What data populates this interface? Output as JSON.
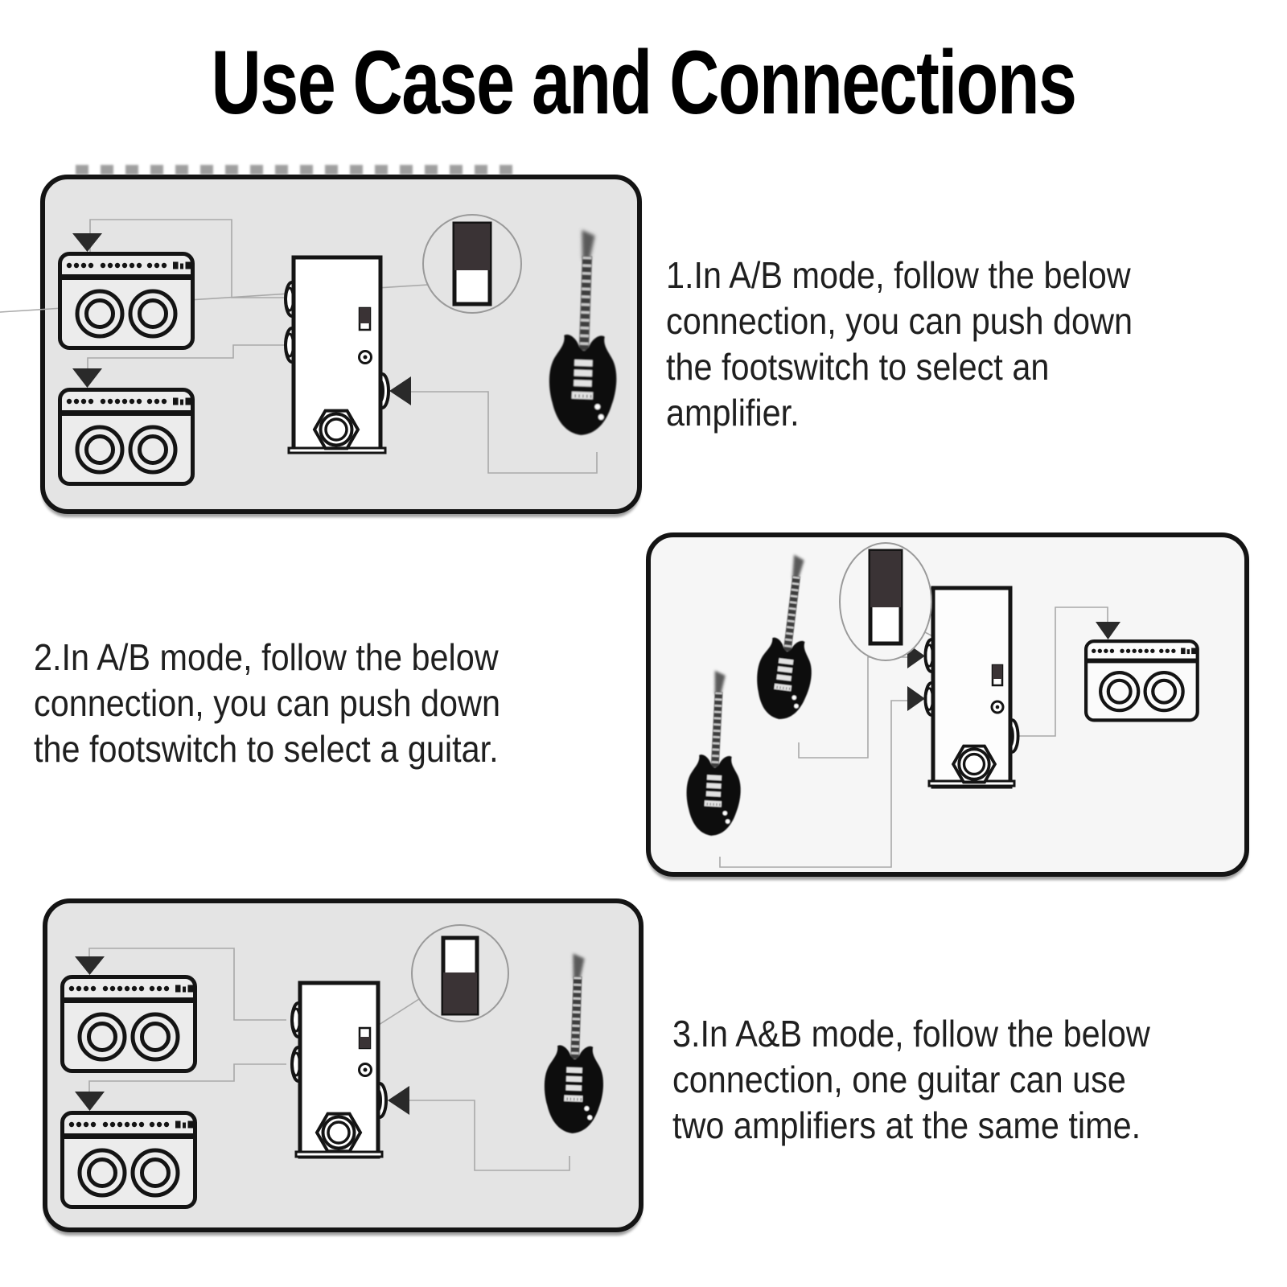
{
  "title": "Use Case and Connections",
  "captions": [
    {
      "lines": [
        "1.In A/B mode, follow the below",
        "connection, you can push down",
        "the footswitch to select an",
        "amplifier."
      ]
    },
    {
      "lines": [
        "2.In A/B mode, follow the below",
        "connection, you can push down",
        "the footswitch to select a guitar."
      ]
    },
    {
      "lines": [
        "3.In A&B mode, follow the below",
        "connection, one guitar can use",
        "two amplifiers at the same time."
      ]
    }
  ],
  "panels": [
    {
      "name": "ab-mode-select-amplifier",
      "mode": "A/B",
      "magnifier_switch_position": "up-dark",
      "background": "#e4e4e4",
      "components": [
        "amplifier-a",
        "amplifier-b",
        "ab-switch-pedal",
        "mode-switch-magnifier",
        "electric-guitar"
      ]
    },
    {
      "name": "ab-mode-select-guitar",
      "mode": "A/B",
      "magnifier_switch_position": "up-dark",
      "background": "#f6f6f6",
      "components": [
        "electric-guitar-a",
        "electric-guitar-b",
        "ab-switch-pedal",
        "mode-switch-magnifier",
        "amplifier"
      ]
    },
    {
      "name": "aandb-mode-one-guitar-two-amps",
      "mode": "A&B",
      "magnifier_switch_position": "down-dark",
      "background": "#e4e4e4",
      "components": [
        "amplifier-a",
        "amplifier-b",
        "ab-switch-pedal",
        "mode-switch-magnifier",
        "electric-guitar"
      ]
    }
  ],
  "colors": {
    "ink": "#141414",
    "wire": "#a9a9a9",
    "switch_dark": "#3a3335",
    "panel_gray": "#e4e4e4",
    "panel_light": "#f6f6f6",
    "text": "#1f1f1f",
    "page_bg": "#ffffff"
  }
}
